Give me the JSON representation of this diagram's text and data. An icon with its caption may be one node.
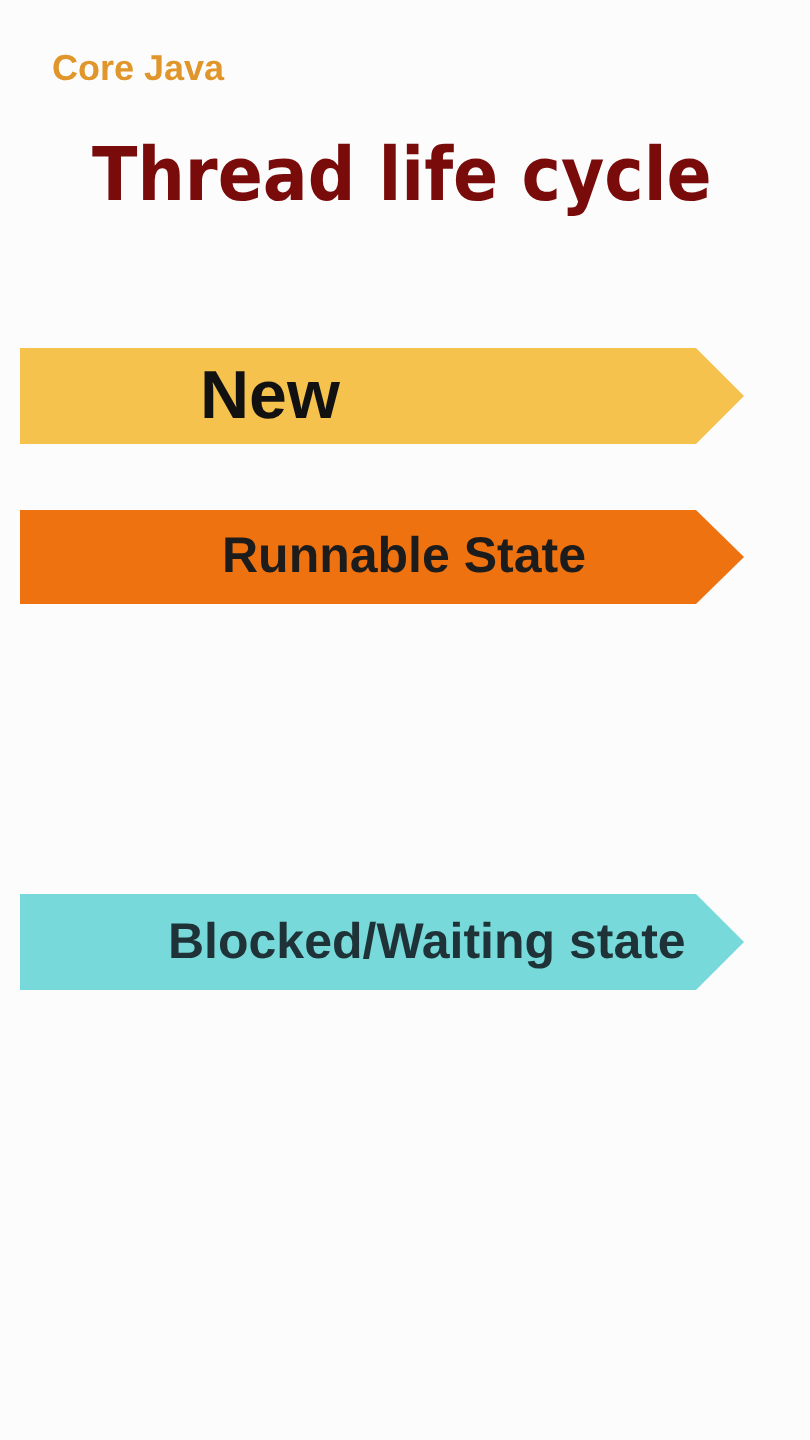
{
  "diagram": {
    "title": "Thread life cycle",
    "nodes": [
      {
        "text": [
          "New"
        ]
      },
      {
        "text": [
          "Runnable State"
        ]
      },
      {
        "text": [
          "Blocked/Waiting state"
        ]
      }
    ],
    "labels": [
      "Core Java"
    ]
  }
}
